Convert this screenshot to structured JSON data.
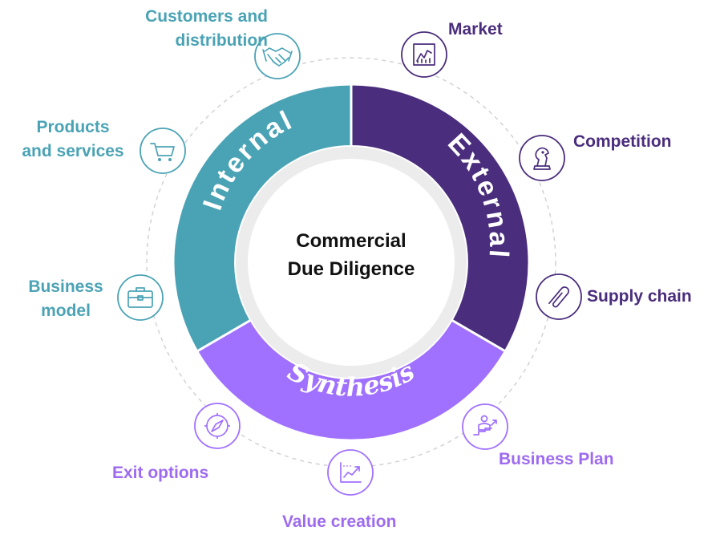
{
  "center": {
    "line1": "Commercial",
    "line2": "Due Diligence"
  },
  "segments": {
    "internal": "Internal",
    "external": "External",
    "synthesis": "Synthesis"
  },
  "colors": {
    "internal": "#4aa3b5",
    "external": "#4a2d7c",
    "synthesis": "#a070ff",
    "ring_grey": "#ececec",
    "dashed": "#cfcfcf"
  },
  "topics": {
    "customers": {
      "line1": "Customers and",
      "line2": "distribution",
      "icon": "handshake-icon"
    },
    "products": {
      "line1": "Products",
      "line2": "and services",
      "icon": "shopping-cart-icon"
    },
    "business_model": {
      "line1": "Business",
      "line2": "model",
      "icon": "briefcase-icon"
    },
    "market": {
      "label": "Market",
      "icon": "line-chart-icon"
    },
    "competition": {
      "label": "Competition",
      "icon": "chess-knight-icon"
    },
    "supply_chain": {
      "label": "Supply chain",
      "icon": "paperclip-icon"
    },
    "business_plan": {
      "label": "Business Plan",
      "icon": "presenter-growth-icon"
    },
    "value_creation": {
      "label": "Value creation",
      "icon": "growth-chart-icon"
    },
    "exit_options": {
      "label": "Exit options",
      "icon": "compass-icon"
    }
  }
}
